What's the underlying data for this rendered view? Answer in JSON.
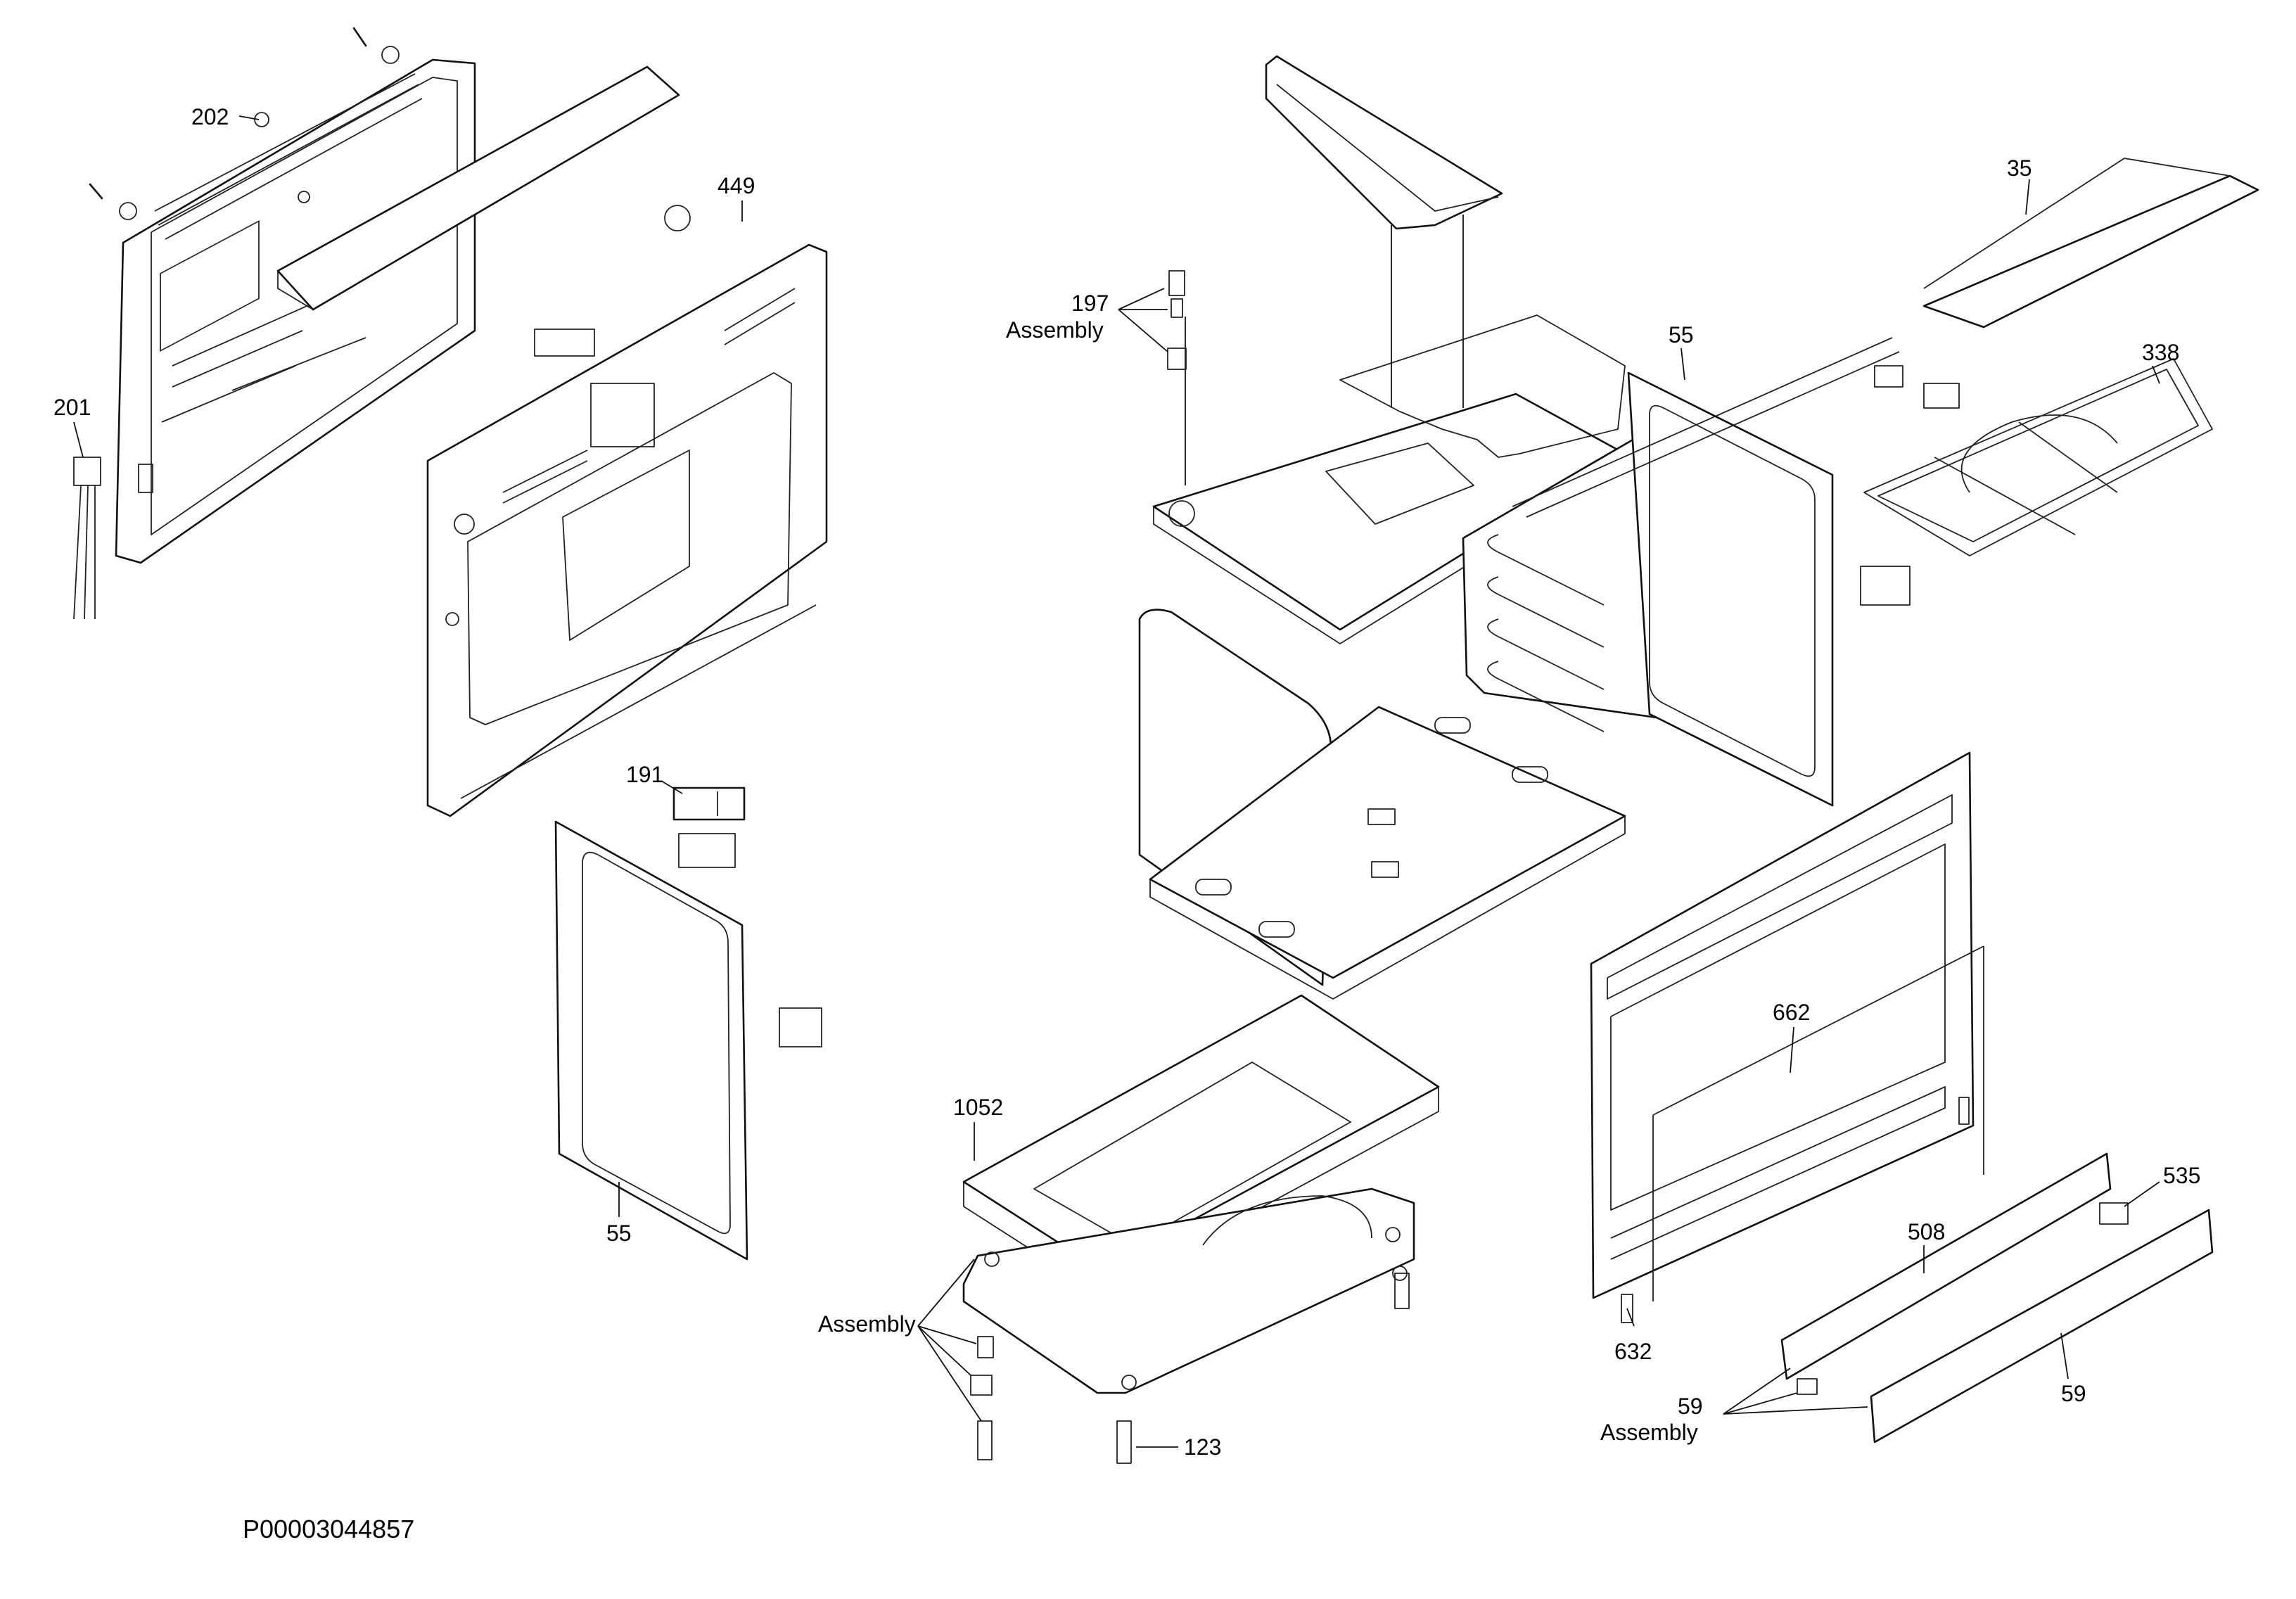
{
  "drawing_code": "P00003044857",
  "labels": {
    "l202": "202",
    "l201": "201",
    "l449": "449",
    "l197": "197",
    "l197a": "Assembly",
    "l55a": "55",
    "l35": "35",
    "l338": "338",
    "l191": "191",
    "l55b": "55",
    "l1052": "1052",
    "l662": "662",
    "l535": "535",
    "l508": "508",
    "lasm": "Assembly",
    "l632": "632",
    "l59a": "59",
    "l59a2": "Assembly",
    "l59b": "59",
    "l123": "123"
  }
}
